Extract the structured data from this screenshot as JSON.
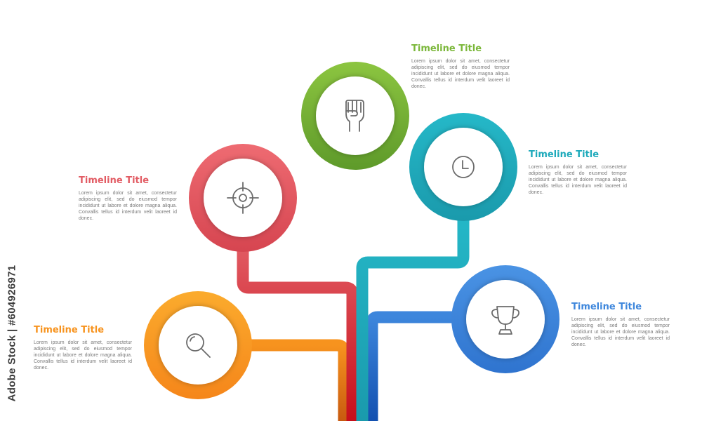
{
  "colors": {
    "green": "#7bb73a",
    "red": "#e25c64",
    "teal": "#1eaabb",
    "orange": "#f7931e",
    "blue": "#3d86dc",
    "body_text": "#7a7a7a",
    "icon_stroke": "#6b6b6b"
  },
  "nodes": [
    {
      "id": "green",
      "icon": "raised-fist-icon",
      "title": "Timeline Title",
      "body": "Lorem ipsum dolor sit amet, consectetur adipiscing elit, sed do eiusmod tempor incididunt ut labore et dolore magna aliqua. Convallis tellus id interdum velit laoreet id donec."
    },
    {
      "id": "red",
      "icon": "target-crosshair-icon",
      "title": "Timeline Title",
      "body": "Lorem ipsum dolor sit amet, consectetur adipiscing elit, sed do eiusmod tempor incididunt ut labore et dolore magna aliqua. Convallis tellus id interdum velit laoreet id donec."
    },
    {
      "id": "teal",
      "icon": "clock-icon",
      "title": "Timeline Title",
      "body": "Lorem ipsum dolor sit amet, consectetur adipiscing elit, sed do eiusmod tempor incididunt ut labore et dolore magna aliqua. Convallis tellus id interdum velit laoreet id donec."
    },
    {
      "id": "orange",
      "icon": "magnifier-icon",
      "title": "Timeline Title",
      "body": "Lorem ipsum dolor sit amet, consectetur adipiscing elit, sed do eiusmod tempor incididunt ut labore et dolore magna aliqua. Convallis tellus id interdum velit laoreet id donec."
    },
    {
      "id": "blue",
      "icon": "trophy-icon",
      "title": "Timeline Title",
      "body": "Lorem ipsum dolor sit amet, consectetur adipiscing elit, sed do eiusmod tempor incididunt ut labore et dolore magna aliqua. Convallis tellus id interdum velit laoreet id donec."
    }
  ],
  "watermark": "Adobe Stock | #604926971"
}
